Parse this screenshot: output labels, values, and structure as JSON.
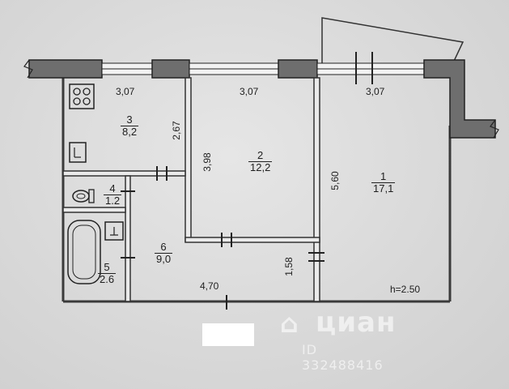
{
  "plan": {
    "rooms": [
      {
        "number": "1",
        "area": "17,1"
      },
      {
        "number": "2",
        "area": "12,2"
      },
      {
        "number": "3",
        "area": "8,2"
      },
      {
        "number": "4",
        "area": "1.2"
      },
      {
        "number": "5",
        "area": "2.6"
      },
      {
        "number": "6",
        "area": "9,0"
      }
    ],
    "dimensions": {
      "d1": "3,07",
      "d2": "3,07",
      "d3": "3,07",
      "d4": "2,67",
      "d5": "3,98",
      "d6": "5,60",
      "d7": "1,58",
      "d8": "4,70"
    },
    "ceiling_height": "h=2.50"
  },
  "watermark": {
    "brand": "циан",
    "id": "ID 332488416"
  }
}
